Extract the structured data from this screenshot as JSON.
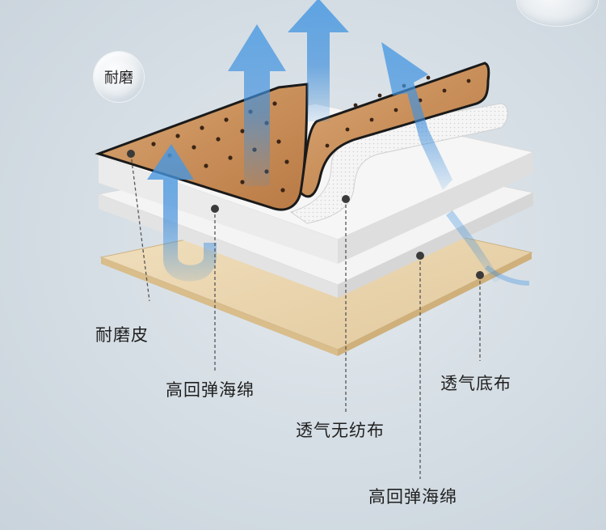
{
  "badge": {
    "text": "耐磨"
  },
  "labels": {
    "abrasion_leather": "耐磨皮",
    "high_resilience_sponge_1": "高回弹海绵",
    "breathable_nonwoven": "透气无纺布",
    "breathable_base_cloth": "透气底布",
    "high_resilience_sponge_2": "高回弹海绵"
  },
  "colors": {
    "leather": "#c9915f",
    "sponge": "#f2f2f2",
    "nonwoven": "#e9e9e9",
    "base_cloth": "#e7d2ac",
    "arrow": "#3f8fdc"
  },
  "icons": {
    "airflow": "airflow-arrow-icon",
    "bubble": "bubble-icon"
  }
}
